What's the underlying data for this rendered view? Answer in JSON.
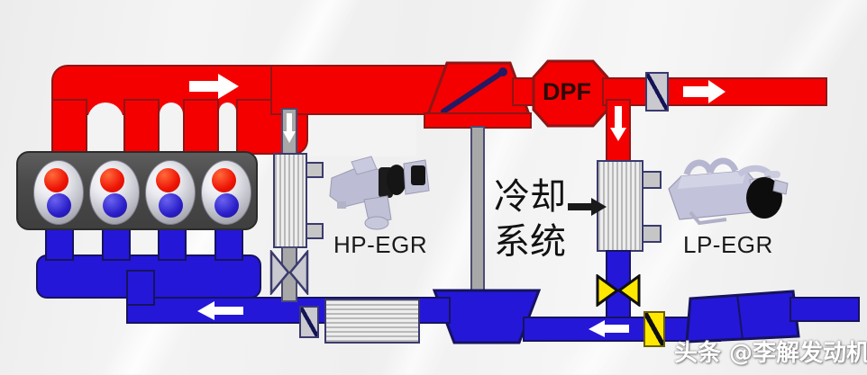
{
  "diagram": {
    "title": "Dual-loop EGR engine airflow schematic",
    "components": {
      "engine_block": "engine-block",
      "exhaust_manifold": "exhaust-manifold",
      "intake_manifold": "intake-manifold",
      "turbine": "turbocharger-turbine",
      "compressor": "turbocharger-compressor",
      "dpf_label": "DPF",
      "hp_egr_label": "HP-EGR",
      "lp_egr_label": "LP-EGR",
      "cooling_system_label_line1": "冷却",
      "cooling_system_label_line2": "系统",
      "intercooler": "intercooler",
      "hp_egr_cooler": "hp-egr-cooler",
      "lp_egr_cooler": "lp-egr-cooler"
    },
    "valves": {
      "exhaust_throttle": "exhaust-throttle-valve",
      "hp_egr_valve": "hp-egr-butterfly-valve",
      "lp_egr_valve": "lp-egr-butterfly-valve",
      "intake_throttle": "intake-throttle-valve",
      "air_inlet_throttle": "air-inlet-throttle-valve"
    },
    "flow_arrows": {
      "exhaust_manifold_right": "→",
      "exhaust_tailpipe_right": "→",
      "hp_egr_down": "↓",
      "lp_egr_down": "↓",
      "intake_left": "←",
      "air_intake_left": "←",
      "cooling_pointer": "→"
    },
    "colors": {
      "exhaust_hot": "#f40000",
      "intake_cold": "#2417d8",
      "valve_yellow": "#ffe800",
      "metal_grey": "#a8a8a8",
      "block_dark": "#4a4a4a"
    },
    "watermark": "头条 @李解发动机"
  }
}
